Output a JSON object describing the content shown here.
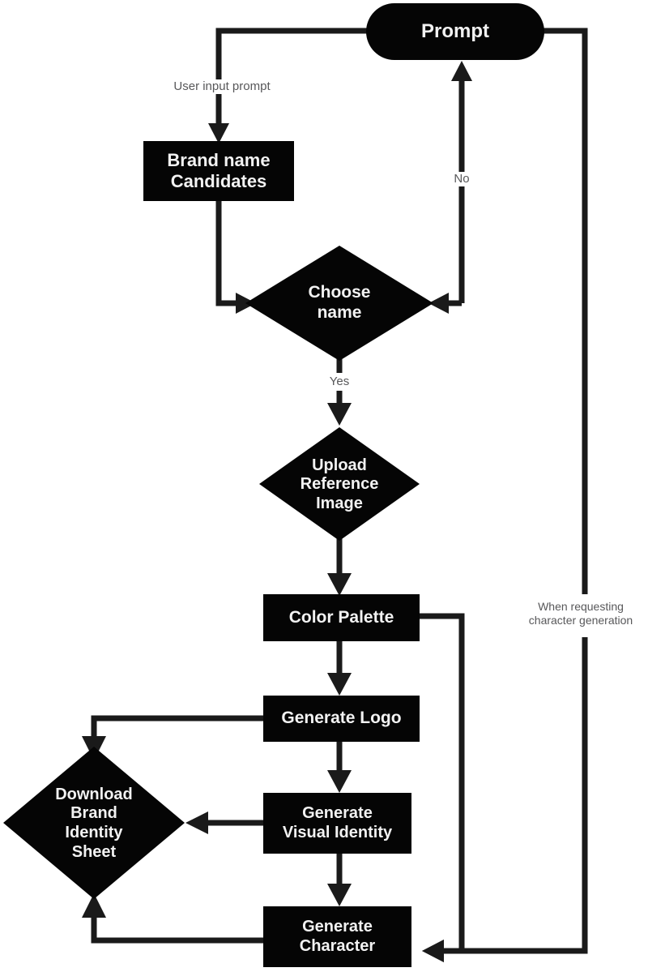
{
  "diagram": {
    "title": "Brand Identity Generation Flowchart",
    "background_color": "#ffffff",
    "node_fill_color": "#050505",
    "node_text_color": "#f2f2f2",
    "edge_color": "#1a1a1a",
    "edge_label_color": "#58585a"
  },
  "nodes": {
    "prompt": {
      "label": "Prompt",
      "shape": "stadium"
    },
    "brand_name_candidates": {
      "label": "Brand name\nCandidates",
      "shape": "rect"
    },
    "choose_name": {
      "label": "Choose\nname",
      "shape": "diamond"
    },
    "upload_reference_image": {
      "label": "Upload\nReference\nImage",
      "shape": "diamond"
    },
    "color_palette": {
      "label": "Color Palette",
      "shape": "rect"
    },
    "generate_logo": {
      "label": "Generate Logo",
      "shape": "rect"
    },
    "generate_visual_identity": {
      "label": "Generate\nVisual Identity",
      "shape": "rect"
    },
    "generate_character": {
      "label": "Generate\nCharacter",
      "shape": "rect"
    },
    "download_brand_identity_sheet": {
      "label": "Download\nBrand\nIdentity\nSheet",
      "shape": "diamond"
    }
  },
  "edge_labels": {
    "user_input_prompt": "User input prompt",
    "no": "No",
    "yes": "Yes",
    "when_requesting_character_generation": "When requesting\ncharacter generation"
  },
  "edges": [
    {
      "from": "prompt",
      "to": "brand_name_candidates",
      "label": "User input prompt"
    },
    {
      "from": "brand_name_candidates",
      "to": "choose_name",
      "label": ""
    },
    {
      "from": "choose_name",
      "to": "prompt",
      "label": "No"
    },
    {
      "from": "choose_name",
      "to": "upload_reference_image",
      "label": "Yes"
    },
    {
      "from": "upload_reference_image",
      "to": "color_palette",
      "label": ""
    },
    {
      "from": "color_palette",
      "to": "generate_logo",
      "label": ""
    },
    {
      "from": "color_palette",
      "to": "generate_character",
      "label": ""
    },
    {
      "from": "generate_logo",
      "to": "download_brand_identity_sheet",
      "label": ""
    },
    {
      "from": "generate_logo",
      "to": "generate_visual_identity",
      "label": ""
    },
    {
      "from": "generate_visual_identity",
      "to": "download_brand_identity_sheet",
      "label": ""
    },
    {
      "from": "generate_visual_identity",
      "to": "generate_character",
      "label": ""
    },
    {
      "from": "generate_character",
      "to": "download_brand_identity_sheet",
      "label": ""
    },
    {
      "from": "prompt",
      "to": "generate_character",
      "label": "When requesting\ncharacter generation"
    }
  ]
}
